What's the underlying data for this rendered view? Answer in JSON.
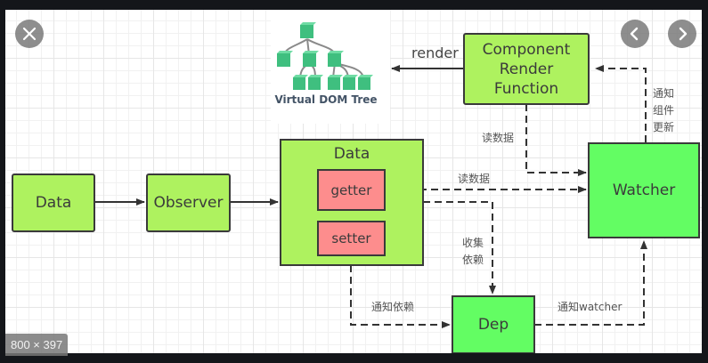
{
  "viewer": {
    "close_icon": "close-icon",
    "prev_icon": "chevron-left-icon",
    "next_icon": "chevron-right-icon",
    "image_dimensions": "800 × 397"
  },
  "diagram": {
    "title_image": {
      "icon": "tree-icon",
      "caption": "Virtual DOM Tree"
    },
    "nodes": {
      "data_source": "Data",
      "observer": "Observer",
      "data_container": "Data",
      "getter": "getter",
      "setter": "setter",
      "component_render": "Component Render Function",
      "watcher": "Watcher",
      "dep": "Dep"
    },
    "edges": {
      "render": "render",
      "read_data_component": "读数据",
      "read_data_getter": "读数据",
      "collect_deps": "收集依赖",
      "notify_component_update": "通知组件更新",
      "notify_deps": "通知依赖",
      "notify_watcher": "通知watcher"
    },
    "colors": {
      "lime": "#aef25f",
      "green": "#63fd63",
      "pink": "#fd8d8d",
      "tree_green": "#3fbf7f",
      "frame": "#14161a"
    }
  }
}
